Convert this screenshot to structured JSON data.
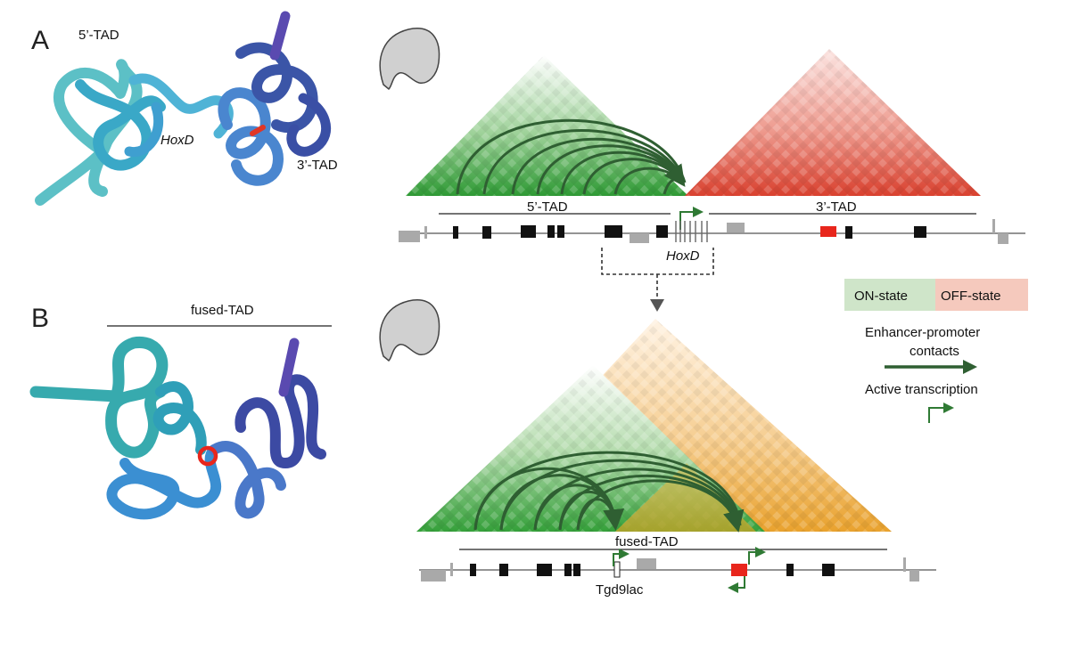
{
  "panelA": {
    "letter": "A",
    "tad5": "5’-TAD",
    "tad3": "3’-TAD",
    "locus": "HoxD",
    "track_tad5": "5’-TAD",
    "track_tad3": "3’-TAD",
    "track_locus": "HoxD"
  },
  "panelB": {
    "letter": "B",
    "fused": "fused-TAD",
    "track_fused": "fused-TAD",
    "insertion": "Tgd9lac"
  },
  "legend": {
    "on": "ON-state",
    "off": "OFF-state",
    "contacts_line1": "Enhancer-promoter",
    "contacts_line2": "contacts",
    "transcription": "Active transcription"
  },
  "colors": {
    "on_green": "#3a9a3c",
    "off_red": "#d9453a",
    "fused_orange": "#e9a22e",
    "arc": "#2f5f32",
    "gene": "#111111",
    "gene_grey": "#a9a9a9",
    "enh_red": "#e8261c",
    "legend_on_bg": "#cfe5c9",
    "legend_off_bg": "#f5c9bd"
  }
}
